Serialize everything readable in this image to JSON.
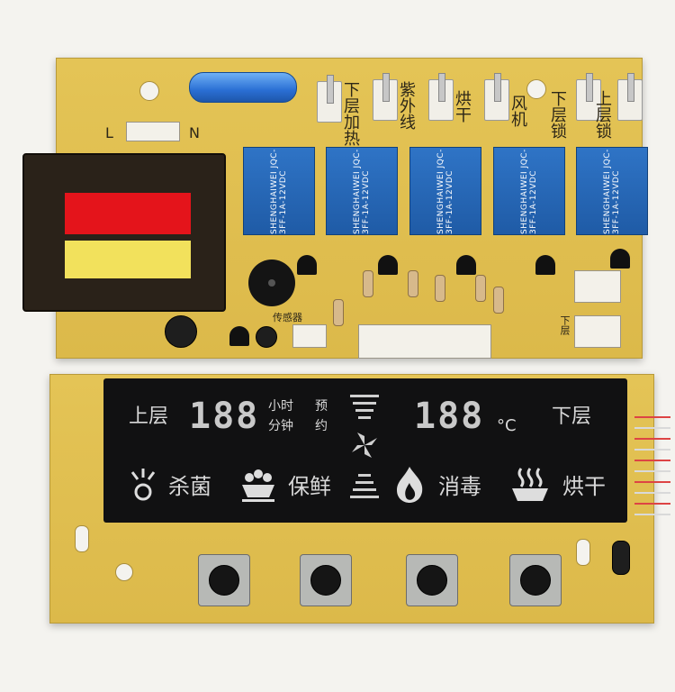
{
  "top_board": {
    "input_labels": {
      "live": "L",
      "neutral": "N"
    },
    "relay_outputs": [
      "下层加热",
      "紫外线",
      "烘干",
      "风机",
      "下层锁",
      "上层锁"
    ],
    "relay_marking": "SHENGHAIWEI JQC-3FF-1A-12VDC",
    "sensor_label": "传感器",
    "bottom_connector_label": "下层"
  },
  "display_panel": {
    "left_label": "上层",
    "right_label": "下层",
    "left_digits": "188",
    "right_digits": "188",
    "time_units_top": "小时",
    "time_units_bottom": "分钟",
    "preset_top": "预",
    "preset_bottom": "约",
    "temp_unit": "°C",
    "functions": [
      "杀菌",
      "保鲜",
      "消毒",
      "烘干"
    ]
  },
  "colors": {
    "pcb": "#dcb94a",
    "relay": "#1f5ba6",
    "fuse": "#2a6fd4",
    "transformer_red": "#e4141b",
    "transformer_yellow": "#f2e15c",
    "display_bg": "#111112"
  },
  "icons": [
    "transformer-icon",
    "relay-icon",
    "button-icon",
    "fan-icon",
    "flame-icon",
    "cup-icon"
  ]
}
